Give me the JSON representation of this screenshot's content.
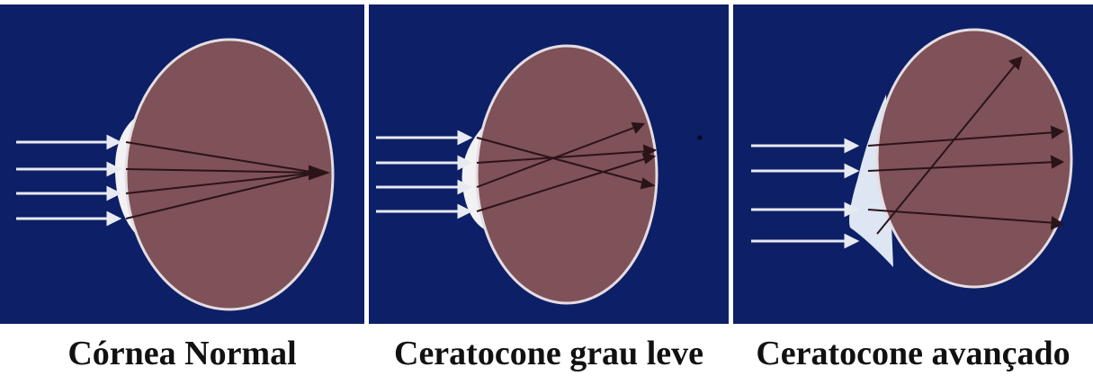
{
  "colors": {
    "background": "#0d1f66",
    "eye_fill": "#7f5158",
    "eye_outline": "#e4dde2",
    "cornea": "#f2f2f5",
    "cornea_cone": "#dde6f2",
    "ray_incoming": "#e8eaf2",
    "ray_internal": "#2b1418"
  },
  "panels": [
    {
      "caption": "Córnea Normal"
    },
    {
      "caption": "Ceratocone grau leve"
    },
    {
      "caption": "Ceratocone avançado"
    }
  ]
}
